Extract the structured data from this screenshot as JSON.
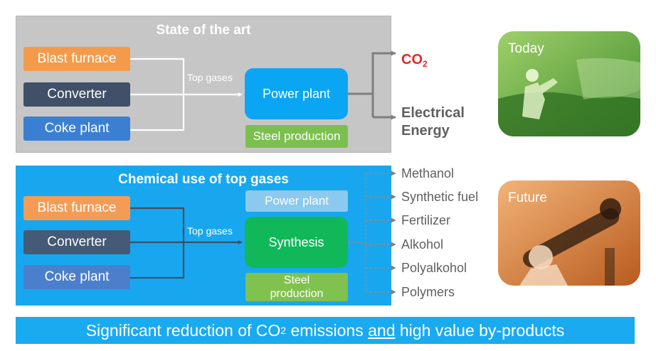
{
  "state_of_art": {
    "title": "State of the art",
    "sources": [
      "Blast furnace",
      "Converter",
      "Coke plant"
    ],
    "gases_label": "Top gases",
    "power_plant": "Power plant",
    "steel_production": "Steel production",
    "outputs": {
      "co2_main": "CO",
      "co2_sub": "2",
      "energy_line1": "Electrical",
      "energy_line2": "Energy"
    }
  },
  "chemical_use": {
    "title": "Chemical use of top gases",
    "sources": [
      "Blast furnace",
      "Converter",
      "Coke plant"
    ],
    "gases_label": "Top gases",
    "power_plant": "Power plant",
    "synthesis": "Synthesis",
    "steel_line1": "Steel",
    "steel_line2": "production",
    "products": [
      "Methanol",
      "Synthetic fuel",
      "Fertilizer",
      "Alkohol",
      "Polyalkohol",
      "Polymers"
    ]
  },
  "photos": {
    "today": "Today",
    "future": "Future"
  },
  "banner": {
    "part1": "Significant reduction of CO",
    "sub": "2",
    "part2": " emissions ",
    "underlined": "and",
    "part3": " high value by-products"
  },
  "colors": {
    "top_panel": "#c6c6c6",
    "bottom_panel": "#18a7ee",
    "co2": "#e8262a",
    "banner": "#19aaf0"
  }
}
